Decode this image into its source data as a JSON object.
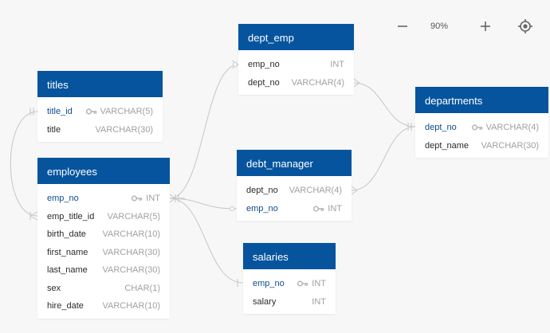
{
  "toolbar": {
    "zoom_level": "90%"
  },
  "colors": {
    "header": "#06549e",
    "connector": "#c6c6c6",
    "primary_key_text": "#0d4d8c",
    "type_text": "#a0a0a0"
  },
  "tables": {
    "titles": {
      "name": "titles",
      "fields": [
        {
          "name": "title_id",
          "type": "VARCHAR(5)",
          "pk": true
        },
        {
          "name": "title",
          "type": "VARCHAR(30)",
          "pk": false
        }
      ]
    },
    "employees": {
      "name": "employees",
      "fields": [
        {
          "name": "emp_no",
          "type": "INT",
          "pk": true
        },
        {
          "name": "emp_title_id",
          "type": "VARCHAR(5)",
          "pk": false
        },
        {
          "name": "birth_date",
          "type": "VARCHAR(10)",
          "pk": false
        },
        {
          "name": "first_name",
          "type": "VARCHAR(30)",
          "pk": false
        },
        {
          "name": "last_name",
          "type": "VARCHAR(30)",
          "pk": false
        },
        {
          "name": "sex",
          "type": "CHAR(1)",
          "pk": false
        },
        {
          "name": "hire_date",
          "type": "VARCHAR(10)",
          "pk": false
        }
      ]
    },
    "dept_emp": {
      "name": "dept_emp",
      "fields": [
        {
          "name": "emp_no",
          "type": "INT",
          "pk": false
        },
        {
          "name": "dept_no",
          "type": "VARCHAR(4)",
          "pk": false
        }
      ]
    },
    "debt_manager": {
      "name": "debt_manager",
      "fields": [
        {
          "name": "dept_no",
          "type": "VARCHAR(4)",
          "pk": false
        },
        {
          "name": "emp_no",
          "type": "INT",
          "pk": true
        }
      ]
    },
    "salaries": {
      "name": "salaries",
      "fields": [
        {
          "name": "emp_no",
          "type": "INT",
          "pk": true
        },
        {
          "name": "salary",
          "type": "INT",
          "pk": false
        }
      ]
    },
    "departments": {
      "name": "departments",
      "fields": [
        {
          "name": "dept_no",
          "type": "VARCHAR(4)",
          "pk": true
        },
        {
          "name": "dept_name",
          "type": "VARCHAR(30)",
          "pk": false
        }
      ]
    }
  },
  "relationships": [
    {
      "from": "titles.title_id",
      "to": "employees.emp_title_id",
      "type": "one-to-many"
    },
    {
      "from": "employees.emp_no",
      "to": "dept_emp.emp_no",
      "type": "one-to-many"
    },
    {
      "from": "employees.emp_no",
      "to": "debt_manager.emp_no",
      "type": "one-to-zero-or-one"
    },
    {
      "from": "employees.emp_no",
      "to": "salaries.emp_no",
      "type": "one-to-one"
    },
    {
      "from": "departments.dept_no",
      "to": "dept_emp.dept_no",
      "type": "one-to-many"
    },
    {
      "from": "departments.dept_no",
      "to": "debt_manager.dept_no",
      "type": "one-to-many"
    }
  ]
}
